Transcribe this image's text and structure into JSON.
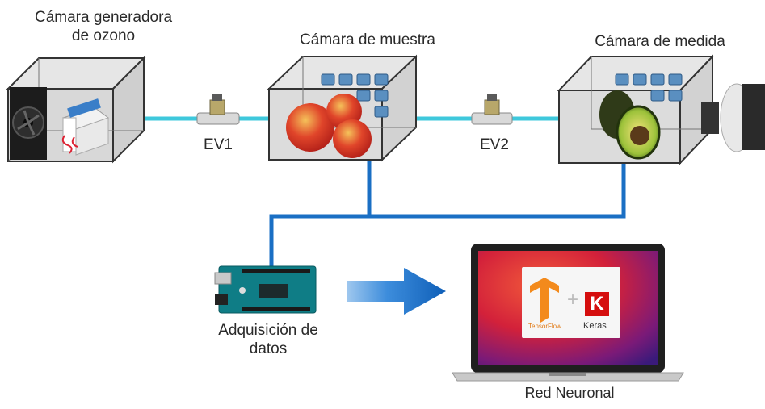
{
  "labels": {
    "ozone_chamber": [
      "Cámara generadora",
      "de ozono"
    ],
    "sample_chamber": "Cámara de muestra",
    "measure_chamber": "Cámara de medida",
    "valve1": "EV1",
    "valve2": "EV2",
    "acquisition": [
      "Adquisición de",
      "datos"
    ],
    "network": "Red Neuronal"
  },
  "logos": {
    "tensorflow_text": "TensorFlow",
    "keras_letter": "K",
    "keras_text": "Keras",
    "plus": "+"
  },
  "colors": {
    "tube": "#3ec8dc",
    "wire": "#1a6fc4",
    "arrow": "#1a6fc4",
    "box_edge": "#333333"
  }
}
